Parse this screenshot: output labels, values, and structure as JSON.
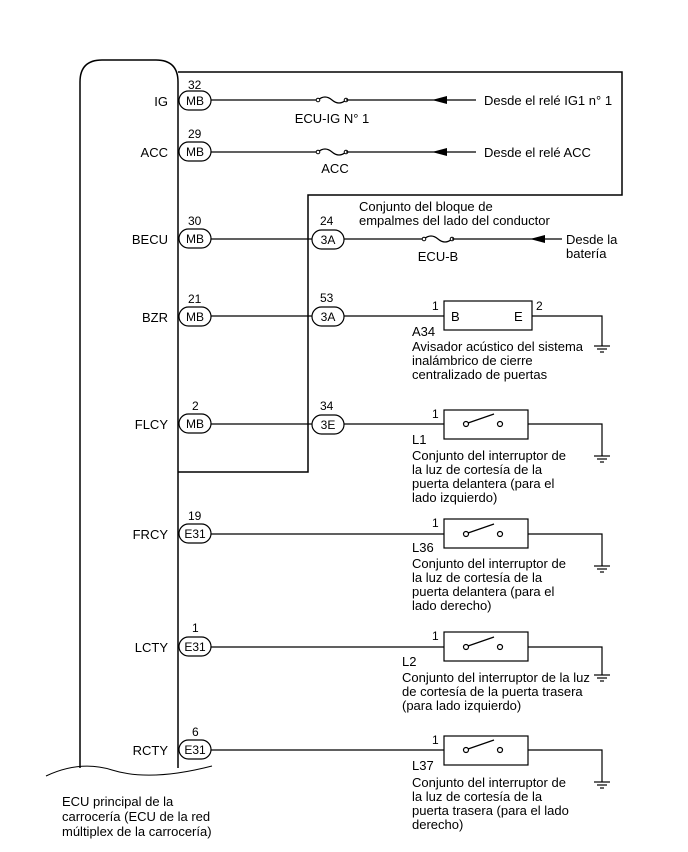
{
  "ecu": {
    "label_lines": [
      "ECU principal de la",
      "carrocería (ECU de la red",
      "múltiplex de la carrocería)"
    ],
    "terminals": [
      {
        "name": "IG",
        "pin": "32",
        "connector": "MB"
      },
      {
        "name": "ACC",
        "pin": "29",
        "connector": "MB"
      },
      {
        "name": "BECU",
        "pin": "30",
        "connector": "MB"
      },
      {
        "name": "BZR",
        "pin": "21",
        "connector": "MB"
      },
      {
        "name": "FLCY",
        "pin": "2",
        "connector": "MB"
      },
      {
        "name": "FRCY",
        "pin": "19",
        "connector": "E31"
      },
      {
        "name": "LCTY",
        "pin": "1",
        "connector": "E31"
      },
      {
        "name": "RCTY",
        "pin": "6",
        "connector": "E31"
      }
    ]
  },
  "junction_block": {
    "label_lines": [
      "Conjunto del bloque de",
      "empalmes del lado del conductor"
    ],
    "connectors": [
      {
        "pin": "24",
        "connector": "3A"
      },
      {
        "pin": "53",
        "connector": "3A"
      },
      {
        "pin": "34",
        "connector": "3E"
      }
    ]
  },
  "fuses": [
    {
      "name": "ECU-IG N° 1",
      "source": "Desde el relé IG1 n° 1"
    },
    {
      "name": "ACC",
      "source": "Desde el relé ACC"
    },
    {
      "name": "ECU-B",
      "source_lines": [
        "Desde la",
        "batería"
      ]
    }
  ],
  "buzzer": {
    "ref": "A34",
    "pin_left": "1",
    "pin_right": "2",
    "term_left": "B",
    "term_right": "E",
    "label_lines": [
      "Avisador acústico del sistema",
      "inalámbrico de cierre",
      "centralizado de puertas"
    ]
  },
  "switches": [
    {
      "ref": "L1",
      "pin": "1",
      "label_lines": [
        "Conjunto del interruptor de",
        "la luz de cortesía de la",
        "puerta delantera (para el",
        "lado izquierdo)"
      ]
    },
    {
      "ref": "L36",
      "pin": "1",
      "label_lines": [
        "Conjunto del interruptor de",
        "la luz de cortesía de la",
        "puerta delantera (para el",
        "lado derecho)"
      ]
    },
    {
      "ref": "L2",
      "pin": "1",
      "label_lines": [
        "Conjunto del interruptor de la luz",
        "de cortesía de la puerta trasera",
        "(para lado izquierdo)"
      ]
    },
    {
      "ref": "L37",
      "pin": "1",
      "label_lines": [
        "Conjunto del interruptor de",
        "la luz de cortesía de la",
        "puerta trasera (para el lado",
        "derecho)"
      ]
    }
  ]
}
